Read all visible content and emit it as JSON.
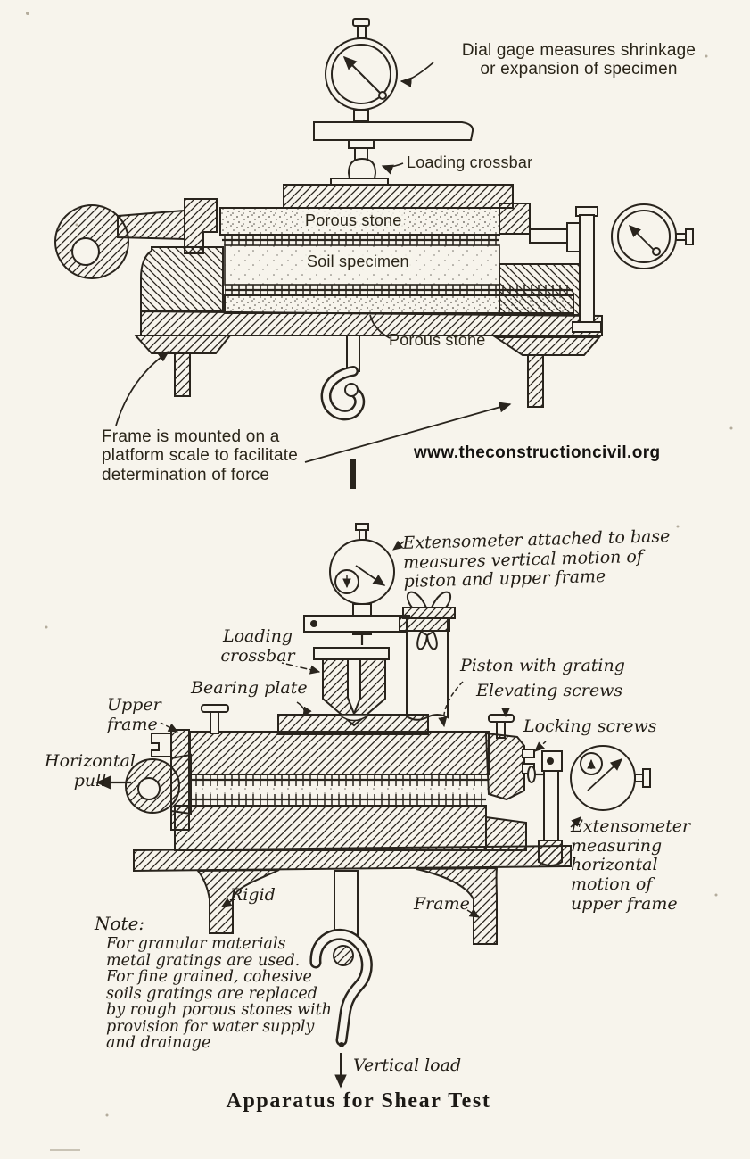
{
  "colors": {
    "paper": "#f7f4ec",
    "ink": "#29241d"
  },
  "top": {
    "labels": {
      "dial_gage": "Dial gage measures shrinkage\nor expansion of specimen",
      "loading_crossbar": "Loading crossbar",
      "porous_stone_top": "Porous stone",
      "soil_specimen": "Soil specimen",
      "porous_stone_bottom": "Porous stone",
      "frame_note": "Frame is mounted on a\nplatform scale to facilitate\ndetermination of force",
      "website": "www.theconstructioncivil.org"
    }
  },
  "bottom": {
    "labels": {
      "extensometer_base": "Extensometer attached to base\nmeasures vertical motion of\npiston and upper frame",
      "loading_crossbar": "Loading\ncrossbar",
      "bearing_plate": "Bearing plate",
      "upper_frame": "Upper\nframe",
      "horizontal_pull": "Horizontal\npull",
      "piston_with_grating": "Piston with grating",
      "elevating_screws": "Elevating screws",
      "locking_screws": "Locking screws",
      "extensometer_horizontal": "Extensometer\nmeasuring\nhorizontal\nmotion of\nupper frame",
      "rigid": "Rigid",
      "frame": "Frame",
      "note_title": "Note:",
      "note_body": "For granular materials\nmetal gratings are used.\nFor fine grained, cohesive\nsoils gratings are replaced\nby rough porous stones with\nprovision for water supply\nand drainage",
      "vertical_load": "Vertical load"
    },
    "caption": "Apparatus for Shear Test"
  }
}
